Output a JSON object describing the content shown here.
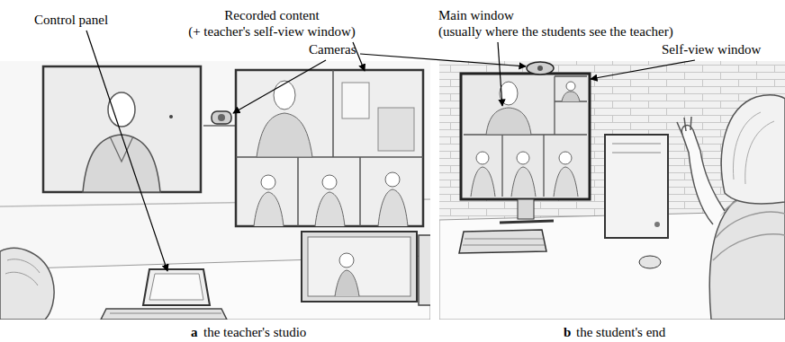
{
  "diagram": {
    "labels": [
      "Control panel",
      "Recorded content",
      "(+ teacher's self-view window)",
      "Cameras",
      "Main window",
      "(usually where the students see the teacher)",
      "Self-view window",
      "a",
      "the teacher's studio",
      "b",
      "the student's end"
    ]
  }
}
